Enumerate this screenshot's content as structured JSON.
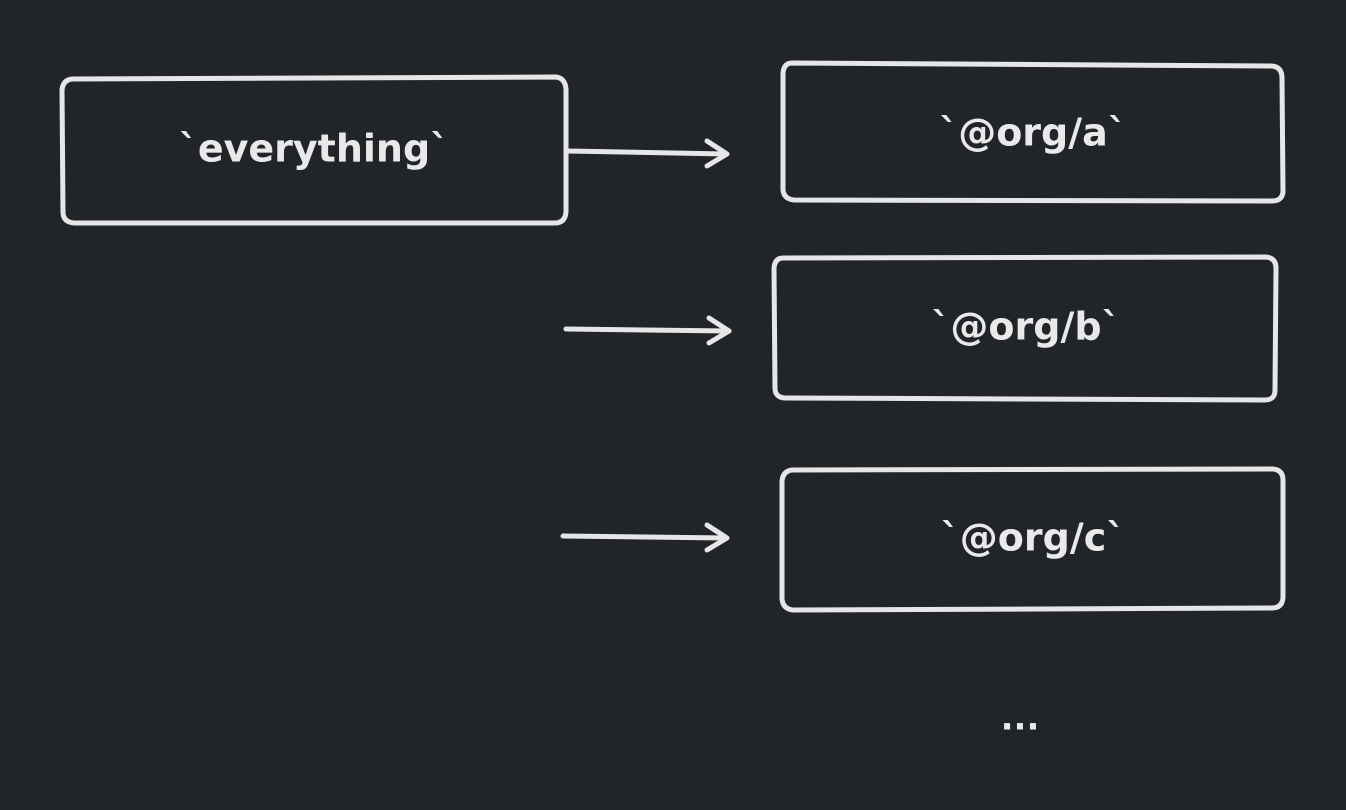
{
  "diagram": {
    "source": {
      "label": "`everything`"
    },
    "targets": [
      {
        "label": "`@org/a`"
      },
      {
        "label": "`@org/b`"
      },
      {
        "label": "`@org/c`"
      }
    ],
    "overflow_label": "...",
    "colors": {
      "background": "#212429",
      "stroke": "#e6e6e6",
      "text": "#e9e9e9"
    }
  }
}
